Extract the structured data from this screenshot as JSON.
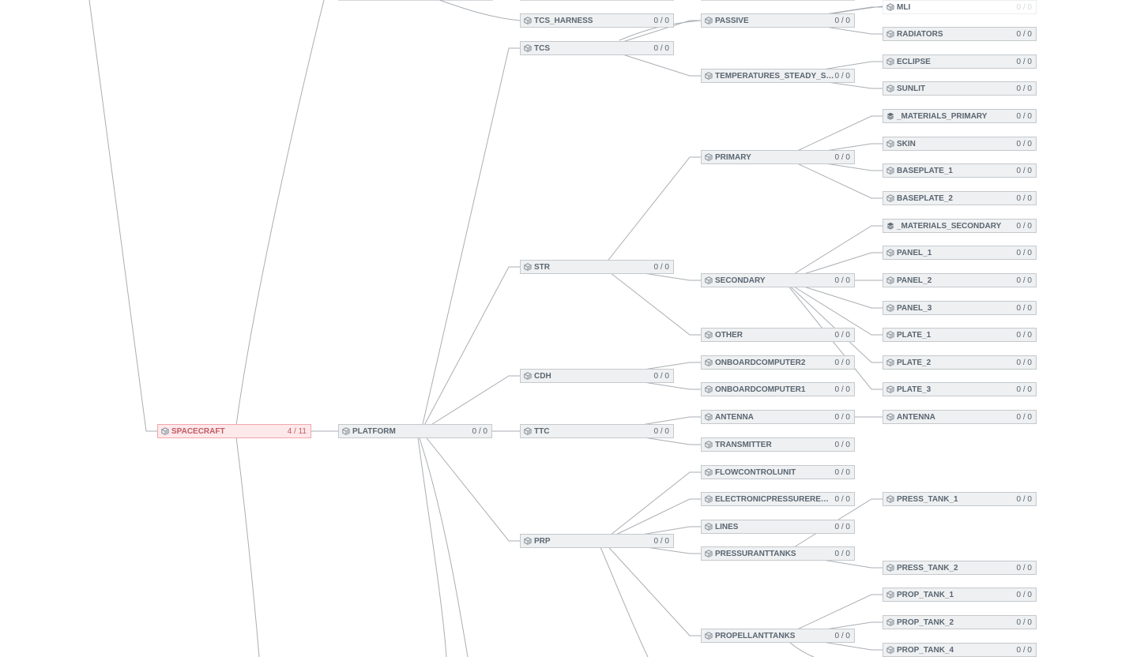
{
  "nodes": [
    {
      "id": "spacecraft",
      "label": "SPACECRAFT",
      "count": "4 / 11",
      "icon": "cube-icon",
      "highlight": true
    },
    {
      "id": "platform",
      "label": "PLATFORM",
      "count": "0 / 0",
      "icon": "cube-icon"
    },
    {
      "id": "tcs_harness",
      "label": "TCS_HARNESS",
      "count": "0 / 0",
      "icon": "cube-icon"
    },
    {
      "id": "tcs",
      "label": "TCS",
      "count": "0 / 0",
      "icon": "cube-icon"
    },
    {
      "id": "str",
      "label": "STR",
      "count": "0 / 0",
      "icon": "cube-icon"
    },
    {
      "id": "cdh",
      "label": "CDH",
      "count": "0 / 0",
      "icon": "cube-icon"
    },
    {
      "id": "ttc",
      "label": "TTC",
      "count": "0 / 0",
      "icon": "cube-icon"
    },
    {
      "id": "prp",
      "label": "PRP",
      "count": "0 / 0",
      "icon": "cube-icon"
    },
    {
      "id": "passive",
      "label": "PASSIVE",
      "count": "0 / 0",
      "icon": "cube-icon"
    },
    {
      "id": "temperatures_steady_state",
      "label": "TEMPERATURES_STEADY_STATE",
      "count": "0 / 0",
      "icon": "cube-icon"
    },
    {
      "id": "primary",
      "label": "PRIMARY",
      "count": "0 / 0",
      "icon": "cube-icon"
    },
    {
      "id": "secondary",
      "label": "SECONDARY",
      "count": "0 / 0",
      "icon": "cube-icon"
    },
    {
      "id": "other",
      "label": "OTHER",
      "count": "0 / 0",
      "icon": "cube-icon"
    },
    {
      "id": "onboardcomputer2",
      "label": "ONBOARDCOMPUTER2",
      "count": "0 / 0",
      "icon": "cube-icon"
    },
    {
      "id": "onboardcomputer1",
      "label": "ONBOARDCOMPUTER1",
      "count": "0 / 0",
      "icon": "cube-icon"
    },
    {
      "id": "antenna_ttc",
      "label": "ANTENNA",
      "count": "0 / 0",
      "icon": "cube-icon"
    },
    {
      "id": "transmitter",
      "label": "TRANSMITTER",
      "count": "0 / 0",
      "icon": "cube-icon"
    },
    {
      "id": "flowcontrolunit",
      "label": "FLOWCONTROLUNIT",
      "count": "0 / 0",
      "icon": "cube-icon"
    },
    {
      "id": "electronicpressureregulator",
      "label": "ELECTRONICPRESSUREREGULATOR...",
      "count": "0 / 0",
      "icon": "cube-icon"
    },
    {
      "id": "lines",
      "label": "LINES",
      "count": "0 / 0",
      "icon": "cube-icon"
    },
    {
      "id": "pressuranttanks",
      "label": "PRESSURANTTANKS",
      "count": "0 / 0",
      "icon": "cube-icon"
    },
    {
      "id": "propellanttanks",
      "label": "PROPELLANTTANKS",
      "count": "0 / 0",
      "icon": "cube-icon"
    },
    {
      "id": "mli",
      "label": "MLI",
      "count": "0 / 0",
      "icon": "cube-icon",
      "faded": true
    },
    {
      "id": "radiators",
      "label": "RADIATORS",
      "count": "0 / 0",
      "icon": "cube-icon"
    },
    {
      "id": "eclipse",
      "label": "ECLIPSE",
      "count": "0 / 0",
      "icon": "cube-icon"
    },
    {
      "id": "sunlit",
      "label": "SUNLIT",
      "count": "0 / 0",
      "icon": "cube-icon"
    },
    {
      "id": "materials_primary",
      "label": "_MATERIALS_PRIMARY",
      "count": "0 / 0",
      "icon": "layers-icon"
    },
    {
      "id": "skin",
      "label": "SKIN",
      "count": "0 / 0",
      "icon": "cube-icon"
    },
    {
      "id": "baseplate_1",
      "label": "BASEPLATE_1",
      "count": "0 / 0",
      "icon": "cube-icon"
    },
    {
      "id": "baseplate_2",
      "label": "BASEPLATE_2",
      "count": "0 / 0",
      "icon": "cube-icon"
    },
    {
      "id": "materials_secondary",
      "label": "_MATERIALS_SECONDARY",
      "count": "0 / 0",
      "icon": "layers-icon"
    },
    {
      "id": "panel_1",
      "label": "PANEL_1",
      "count": "0 / 0",
      "icon": "cube-icon"
    },
    {
      "id": "panel_2",
      "label": "PANEL_2",
      "count": "0 / 0",
      "icon": "cube-icon"
    },
    {
      "id": "panel_3",
      "label": "PANEL_3",
      "count": "0 / 0",
      "icon": "cube-icon"
    },
    {
      "id": "plate_1",
      "label": "PLATE_1",
      "count": "0 / 0",
      "icon": "cube-icon"
    },
    {
      "id": "plate_2",
      "label": "PLATE_2",
      "count": "0 / 0",
      "icon": "cube-icon"
    },
    {
      "id": "plate_3",
      "label": "PLATE_3",
      "count": "0 / 0",
      "icon": "cube-icon"
    },
    {
      "id": "antenna_leaf",
      "label": "ANTENNA",
      "count": "0 / 0",
      "icon": "cube-icon"
    },
    {
      "id": "press_tank_1",
      "label": "PRESS_TANK_1",
      "count": "0 / 0",
      "icon": "cube-icon"
    },
    {
      "id": "press_tank_2",
      "label": "PRESS_TANK_2",
      "count": "0 / 0",
      "icon": "cube-icon"
    },
    {
      "id": "prop_tank_1",
      "label": "PROP_TANK_1",
      "count": "0 / 0",
      "icon": "cube-icon"
    },
    {
      "id": "prop_tank_2",
      "label": "PROP_TANK_2",
      "count": "0 / 0",
      "icon": "cube-icon"
    },
    {
      "id": "prop_tank_4",
      "label": "PROP_TANK_4",
      "count": "0 / 0",
      "icon": "cube-icon"
    }
  ],
  "edges": [
    [
      "spacecraft",
      "platform"
    ],
    [
      "platform",
      "tcs"
    ],
    [
      "platform",
      "str"
    ],
    [
      "platform",
      "cdh"
    ],
    [
      "platform",
      "ttc"
    ],
    [
      "platform",
      "prp"
    ],
    [
      "tcs",
      "passive"
    ],
    [
      "tcs",
      "temperatures_steady_state"
    ],
    [
      "passive",
      "mli"
    ],
    [
      "passive",
      "radiators"
    ],
    [
      "temperatures_steady_state",
      "eclipse"
    ],
    [
      "temperatures_steady_state",
      "sunlit"
    ],
    [
      "str",
      "primary"
    ],
    [
      "str",
      "secondary"
    ],
    [
      "str",
      "other"
    ],
    [
      "primary",
      "materials_primary"
    ],
    [
      "primary",
      "skin"
    ],
    [
      "primary",
      "baseplate_1"
    ],
    [
      "primary",
      "baseplate_2"
    ],
    [
      "secondary",
      "materials_secondary"
    ],
    [
      "secondary",
      "panel_1"
    ],
    [
      "secondary",
      "panel_2"
    ],
    [
      "secondary",
      "panel_3"
    ],
    [
      "secondary",
      "plate_1"
    ],
    [
      "secondary",
      "plate_2"
    ],
    [
      "secondary",
      "plate_3"
    ],
    [
      "cdh",
      "onboardcomputer2"
    ],
    [
      "cdh",
      "onboardcomputer1"
    ],
    [
      "ttc",
      "antenna_ttc"
    ],
    [
      "ttc",
      "transmitter"
    ],
    [
      "antenna_ttc",
      "antenna_leaf"
    ],
    [
      "prp",
      "flowcontrolunit"
    ],
    [
      "prp",
      "electronicpressureregulator"
    ],
    [
      "prp",
      "lines"
    ],
    [
      "prp",
      "pressuranttanks"
    ],
    [
      "prp",
      "propellanttanks"
    ],
    [
      "pressuranttanks",
      "press_tank_1"
    ],
    [
      "pressuranttanks",
      "press_tank_2"
    ],
    [
      "propellanttanks",
      "prop_tank_1"
    ],
    [
      "propellanttanks",
      "prop_tank_2"
    ],
    [
      "propellanttanks",
      "prop_tank_4"
    ]
  ],
  "colors": {
    "node_fill": "#eef0f1",
    "node_border": "#c5c9cc",
    "node_text": "#5a6672",
    "highlight_fill": "#fde8ea",
    "highlight_border": "#f2a6ad",
    "highlight_text": "#c25a63",
    "edge": "#a9aeb3"
  }
}
